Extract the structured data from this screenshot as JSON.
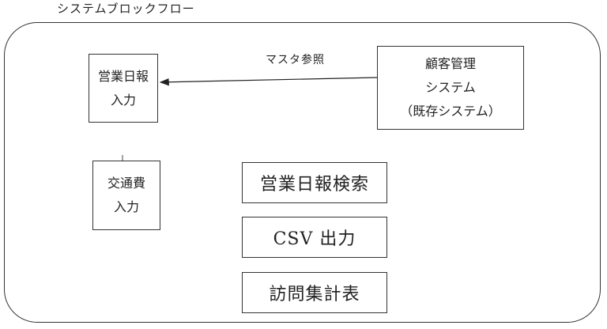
{
  "diagram": {
    "title": "システムブロックフロー",
    "nodes": {
      "daily_report_input": {
        "line1": "営業日報",
        "line2": "入力"
      },
      "expense_input": {
        "line1": "交通費",
        "line2": "入力"
      },
      "customer_mgmt": {
        "line1": "顧客管理",
        "line2": "システム",
        "line3": "（既存システム）"
      },
      "daily_report_search": {
        "label": "営業日報検索"
      },
      "csv_output": {
        "label": "CSV 出力"
      },
      "visit_summary": {
        "label": "訪問集計表"
      }
    },
    "edges": [
      {
        "from": "customer_mgmt",
        "to": "daily_report_input",
        "label": "マスタ参照"
      }
    ]
  }
}
